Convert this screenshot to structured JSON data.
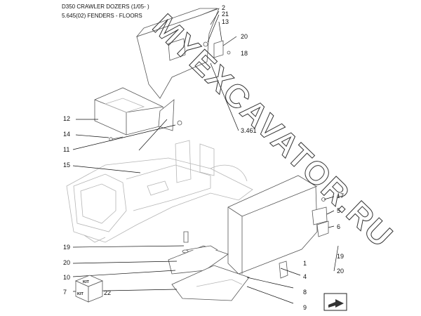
{
  "header": {
    "line1": "D350 CRAWLER DOZERS (1/05- )",
    "line2": "5.645(02) FENDERS - FLOORS"
  },
  "watermark": {
    "text": "MYEXCAVATOR.RU"
  },
  "kit_icon": {
    "label": "KIT"
  },
  "callouts": [
    "2",
    "21",
    "13",
    "20",
    "18",
    "3.461",
    "12",
    "14",
    "11",
    "15",
    "17",
    "5",
    "6",
    "19",
    "20",
    "19",
    "20",
    "10",
    "1",
    "4",
    "22",
    "8",
    "7",
    "9"
  ],
  "nav": {
    "icon": "next-page-arrow-icon"
  }
}
